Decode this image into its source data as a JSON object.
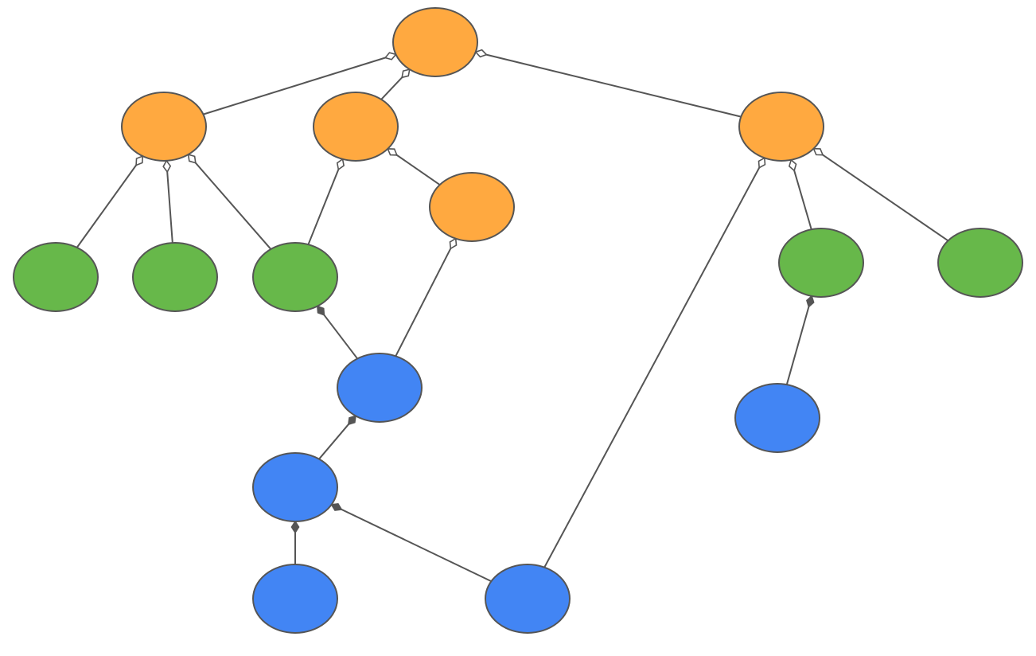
{
  "diagram": {
    "type": "tree-graph",
    "colors": {
      "orange": "#FFA940",
      "green": "#67B84A",
      "blue": "#4285F4",
      "stroke": "#555555",
      "background": "#FFFFFF"
    },
    "nodes": [
      {
        "id": "o-root",
        "color": "orange"
      },
      {
        "id": "o-left",
        "color": "orange"
      },
      {
        "id": "o-mid",
        "color": "orange"
      },
      {
        "id": "o-midc",
        "color": "orange"
      },
      {
        "id": "o-right",
        "color": "orange"
      },
      {
        "id": "g-1",
        "color": "green"
      },
      {
        "id": "g-2",
        "color": "green"
      },
      {
        "id": "g-3",
        "color": "green"
      },
      {
        "id": "g-4",
        "color": "green"
      },
      {
        "id": "g-5",
        "color": "green"
      },
      {
        "id": "b-1",
        "color": "blue"
      },
      {
        "id": "b-2",
        "color": "blue"
      },
      {
        "id": "b-3",
        "color": "blue"
      },
      {
        "id": "b-4",
        "color": "blue"
      },
      {
        "id": "b-5",
        "color": "blue"
      }
    ],
    "edges": [
      {
        "from": "o-root",
        "to": "o-left",
        "marker": "open-diamond"
      },
      {
        "from": "o-root",
        "to": "o-mid",
        "marker": "open-diamond"
      },
      {
        "from": "o-root",
        "to": "o-right",
        "marker": "open-diamond"
      },
      {
        "from": "o-left",
        "to": "g-1",
        "marker": "open-diamond"
      },
      {
        "from": "o-left",
        "to": "g-2",
        "marker": "open-diamond"
      },
      {
        "from": "o-left",
        "to": "g-3",
        "marker": "open-diamond"
      },
      {
        "from": "o-mid",
        "to": "g-3",
        "marker": "open-diamond"
      },
      {
        "from": "o-mid",
        "to": "o-midc",
        "marker": "open-diamond"
      },
      {
        "from": "o-midc",
        "to": "b-1",
        "marker": "open-diamond"
      },
      {
        "from": "o-right",
        "to": "g-4",
        "marker": "open-diamond"
      },
      {
        "from": "o-right",
        "to": "g-5",
        "marker": "open-diamond"
      },
      {
        "from": "o-right",
        "to": "b-5",
        "marker": "open-diamond"
      },
      {
        "from": "g-3",
        "to": "b-1",
        "marker": "filled-diamond"
      },
      {
        "from": "g-4",
        "to": "b-2",
        "marker": "filled-diamond"
      },
      {
        "from": "b-1",
        "to": "b-3",
        "marker": "filled-diamond"
      },
      {
        "from": "b-3",
        "to": "b-4",
        "marker": "filled-diamond"
      },
      {
        "from": "b-3",
        "to": "b-5",
        "marker": "filled-diamond"
      }
    ]
  }
}
